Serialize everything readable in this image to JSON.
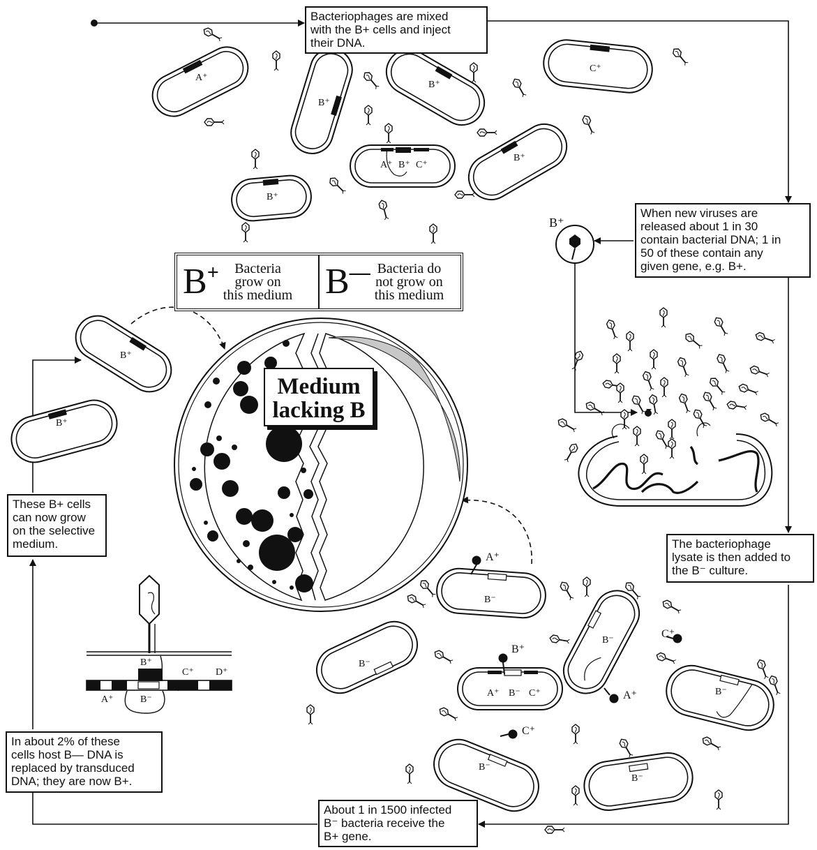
{
  "notes": {
    "mixed": [
      "Bacteriophages are mixed",
      "with the B+ cells and inject",
      "their DNA."
    ],
    "released": [
      "When new viruses are",
      "released about 1 in 30",
      "contain bacterial DNA; 1 in",
      "50 of these contain any",
      "given gene, e.g. B+."
    ],
    "lysate": [
      "The bacteriophage",
      "lysate is then added to",
      "the B⁻ culture."
    ],
    "receive": [
      "About 1 in 1500 infected",
      "B⁻ bacteria receive the",
      "B+ gene."
    ],
    "replaced": [
      "In about 2% of these",
      "cells host B— DNA is",
      "replaced by transduced",
      "DNA; they are now B+."
    ],
    "grow": [
      "These B+ cells",
      "can now grow",
      "on the selective",
      "medium."
    ]
  },
  "legend": {
    "plus_letter": "B",
    "plus_sign": "+",
    "plus_desc": [
      "Bacteria",
      "grow on",
      "this medium"
    ],
    "minus_letter": "B",
    "minus_sign": "—",
    "minus_desc": [
      "Bacteria do",
      "not grow on",
      "this medium"
    ]
  },
  "medium_label": [
    "Medium",
    "lacking B"
  ],
  "gene_labels": {
    "a_plus": "A⁺",
    "b_plus": "B⁺",
    "c_plus": "C⁺",
    "d_plus": "D⁺",
    "a_plus_cap": "A+",
    "b_plus_cap": "B+",
    "c_plus_cap": "C+",
    "b_minus": "B⁻",
    "b_minus_cap": "B—"
  },
  "colors": {
    "ink": "#111111",
    "paper": "#ffffff",
    "plate_shade": "#c8c8c8"
  }
}
